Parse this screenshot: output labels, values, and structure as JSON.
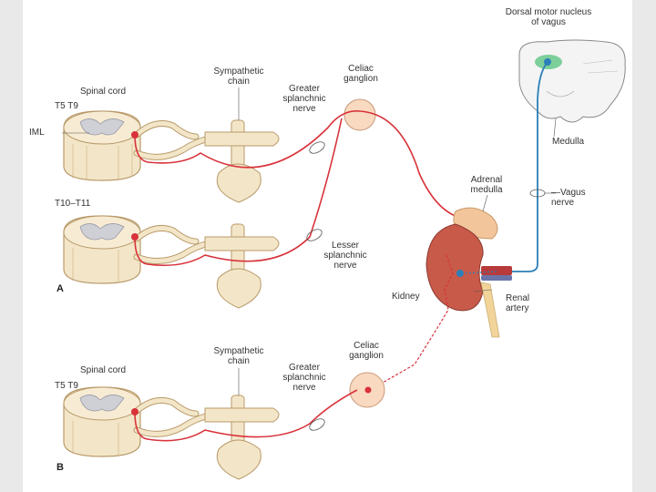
{
  "labels": {
    "spinal_cord_top": "Spinal cord",
    "t5_t9_top": "T5  T9",
    "iml": "IML",
    "sympathetic_chain_top": "Sympathetic chain",
    "greater_splanchnic_top": "Greater splanchnic nerve",
    "celiac_ganglion_top": "Celiac ganglion",
    "t10_t11": "T10–T11",
    "lesser_splanchnic": "Lesser splanchnic nerve",
    "panel_a": "A",
    "adrenal_medulla": "Adrenal medulla",
    "kidney": "Kidney",
    "renal_artery": "Renal artery",
    "vagus_nerve": "—Vagus nerve",
    "dorsal_motor_nucleus": "Dorsal motor nucleus of vagus",
    "medulla": "Medulla",
    "sympathetic_chain_bottom": "Sympathetic chain",
    "celiac_ganglion_bottom": "Celiac ganglion",
    "spinal_cord_bottom": "Spinal cord",
    "greater_splanchnic_bottom": "Greater splanchnic nerve",
    "t5_t9_bottom": "T5  T9",
    "panel_b": "B"
  },
  "colors": {
    "tissue": "#f3e6c8",
    "tissue_stroke": "#b89a6a",
    "gray_matter": "#cfcfd6",
    "sympathetic_fiber": "#d8323a",
    "vagal_fiber": "#2c7fb8",
    "kidney": "#c85a4a",
    "adrenal": "#f2c59a",
    "ganglion": "#f9d9c0",
    "medulla_fill": "#f4f4f4",
    "nucleus": "#7ccf9a",
    "renal_vessel": "#b83a3a"
  }
}
